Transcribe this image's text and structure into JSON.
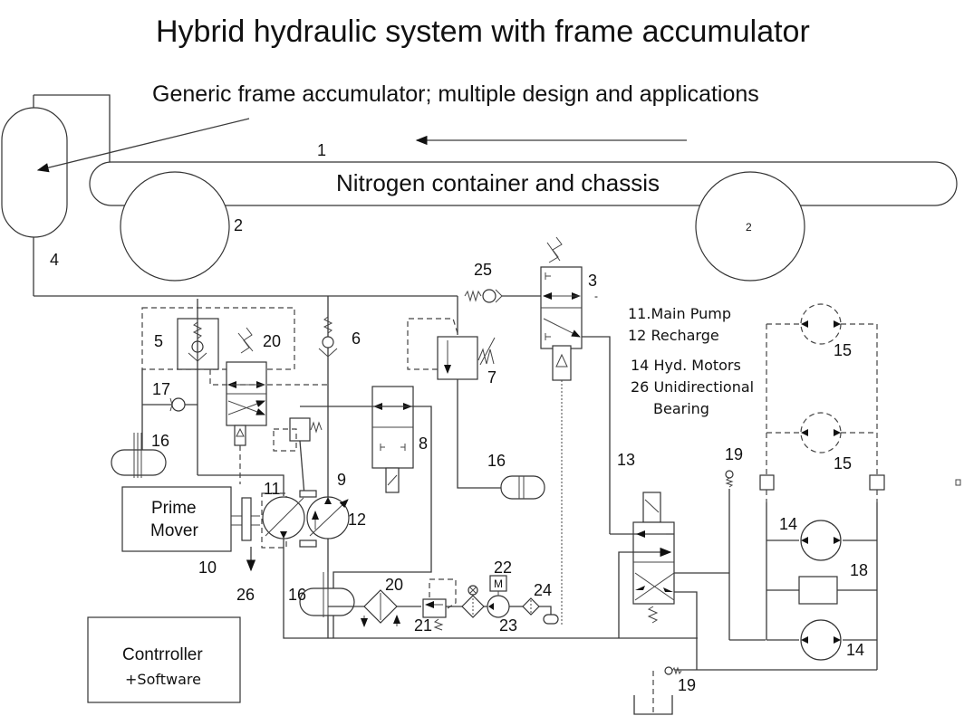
{
  "title": "Hybrid hydraulic system with frame accumulator",
  "subtitle": "Generic frame accumulator; multiple design and applications",
  "chassis_label": "Nitrogen container and chassis",
  "legend": [
    "11.Main Pump",
    "12 Recharge",
    "14 Hyd. Motors",
    "26 Unidirectional",
    "Bearing"
  ],
  "blocks": {
    "prime_mover": [
      "Prime",
      "Mover"
    ],
    "controller": [
      "Contrroller",
      "+Software"
    ]
  },
  "component_labels": {
    "chassis": "1",
    "wheel_left": "2",
    "wheel_right": "2",
    "valve_3": "3",
    "accumulator": "4",
    "relief_5": "5",
    "check_6": "6",
    "relief_7": "7",
    "valve_8": "8",
    "label_9": "9",
    "label_10": "10",
    "main_pump": "11",
    "recharge_pump": "12",
    "valve_13": "13",
    "motor_14_top": "14",
    "motor_14_bottom": "14",
    "motor_15_top": "15",
    "motor_15_bottom": "15",
    "tank_16_left": "16",
    "tank_16_mid": "16",
    "tank_16_bottom": "16",
    "check_17": "17",
    "component_18": "18",
    "check_19_top": "19",
    "check_19_bottom": "19",
    "valve_20": "20",
    "cooler_20": "20",
    "filter_21": "21",
    "motor_22": "22",
    "pump_23": "23",
    "filter_24": "24",
    "check_25": "25",
    "bearing_26": "26"
  },
  "valve3_mark": "-",
  "motor_glyph": "M"
}
